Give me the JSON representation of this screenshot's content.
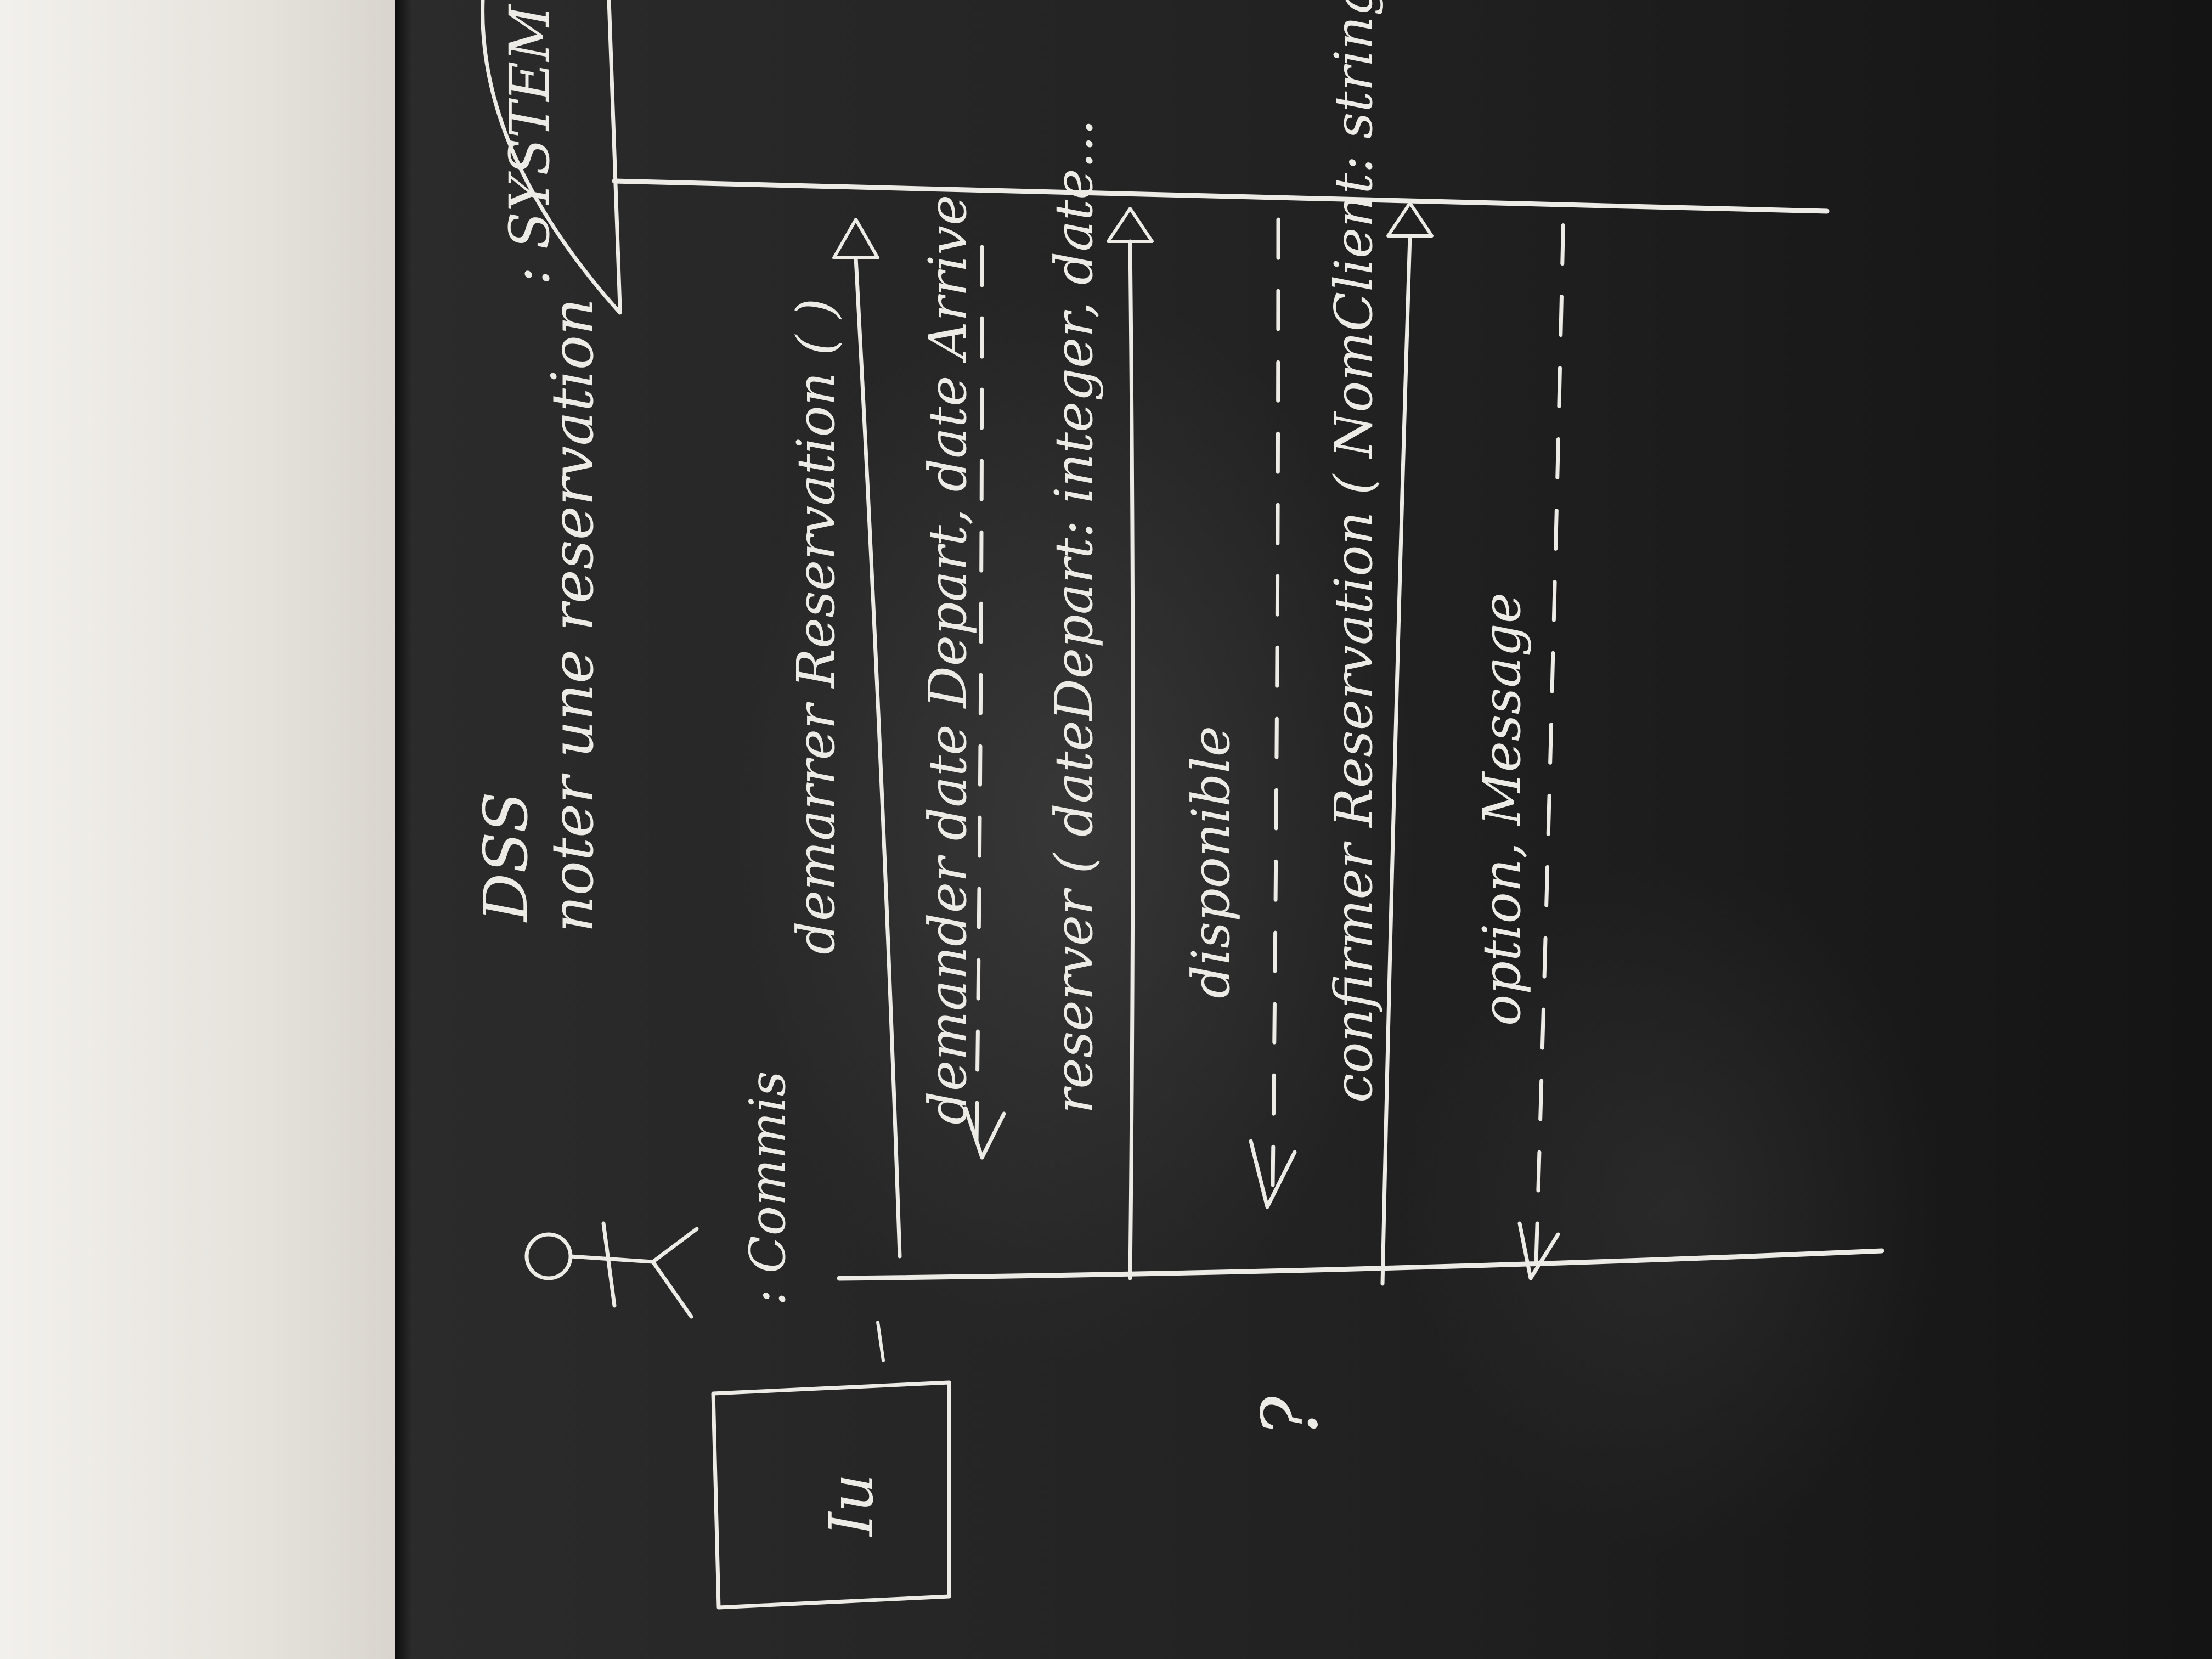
{
  "diagram": {
    "title": "DSS",
    "subtitle": "noter une reservation",
    "system_label": ": SYSTEM",
    "actor_label": ": Commis",
    "box_label": "Iu",
    "messages": [
      {
        "label": "demarrer Reservation ( )",
        "kind": "call"
      },
      {
        "label": "demander date Depart, date Arrive",
        "kind": "return"
      },
      {
        "label": "reserver ( dateDepart: integer, date...",
        "kind": "call"
      },
      {
        "label": "disponible",
        "kind": "return"
      },
      {
        "label": "confirmer Reservation ( NomClient: string )",
        "kind": "call"
      },
      {
        "label": "option, Message",
        "kind": "return"
      }
    ],
    "question_mark": "?"
  }
}
